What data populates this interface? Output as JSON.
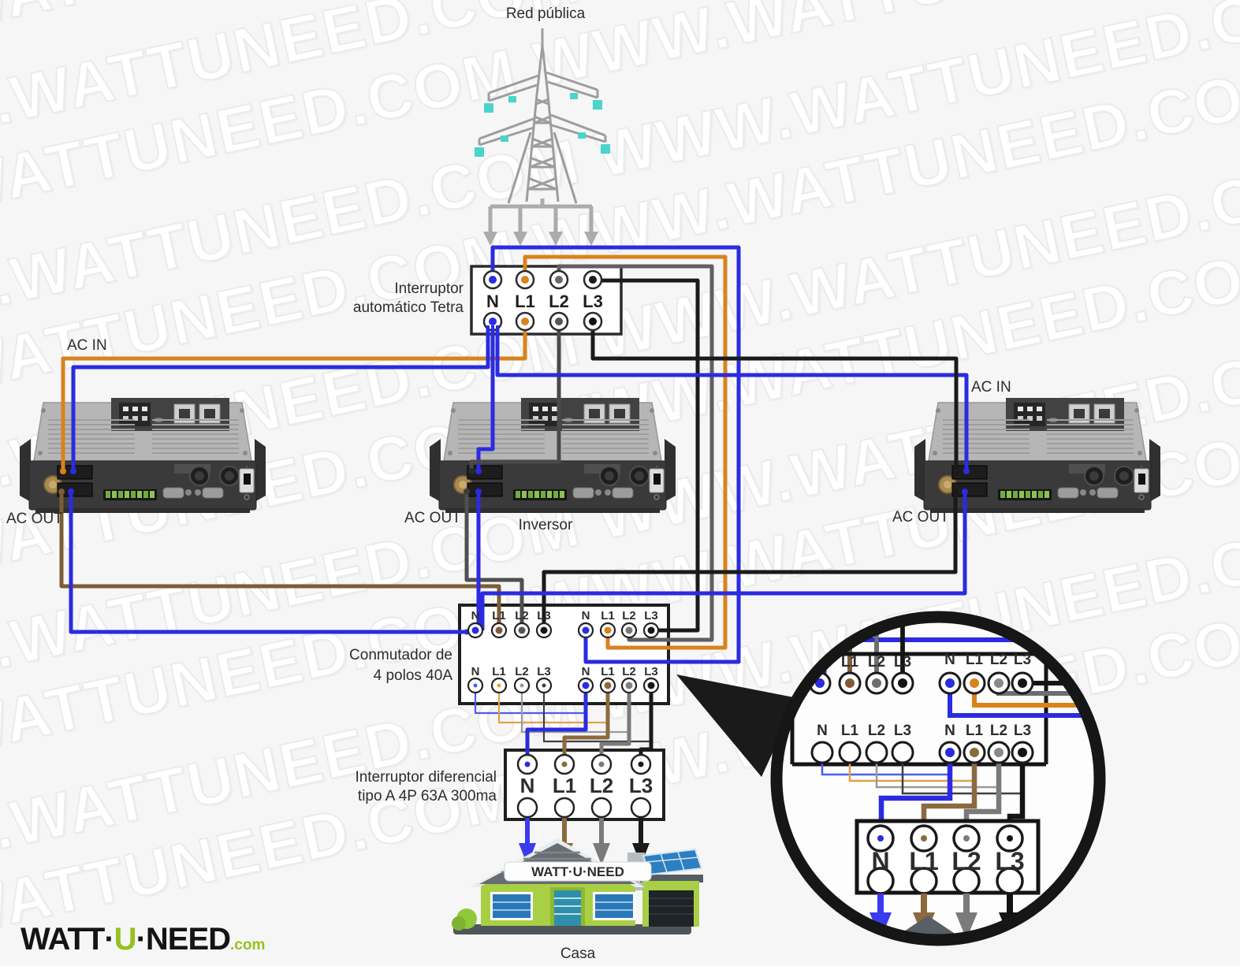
{
  "watermark": "WWW.WATTUNEED.COM WWW.WATTUNEED.COM WWW.WATTUNEED.COM WWW.WATTUNEED.COM",
  "diagram": {
    "grid_label": "Red pública",
    "breaker_label_1": "Interruptor",
    "breaker_label_2": "automático Tetra",
    "ac_in": "AC IN",
    "ac_out": "AC OUT",
    "inverter_label": "Inversor",
    "switch_label_1": "Conmutador de",
    "switch_label_2": "4 polos 40A",
    "rcd_label_1": "Interruptor diferencial",
    "rcd_label_2": "tipo A 4P 63A 300ma",
    "house_label": "Casa",
    "house_sign": "WATT·U·NEED",
    "terminals": [
      "N",
      "L1",
      "L2",
      "L3"
    ],
    "wire_colors": {
      "neutral": "#2b2be0",
      "l1_grid": "#d9821e",
      "l2_grid": "#5f5f5f",
      "l3_grid": "#1a1a1a",
      "l1_inverter_out": "#7d5c35",
      "l2_inverter_out": "#4f4f4f",
      "l3_inverter_out": "#1a1a1a",
      "grid_arrow": "#ababab",
      "house_green": "#a8cf45",
      "solar_blue": "#2b7fc2"
    }
  },
  "logo": {
    "part1": "WATT",
    "sep1": "·",
    "part2": "U",
    "sep2": "·",
    "part3": "NEED",
    "tld": ".com"
  }
}
